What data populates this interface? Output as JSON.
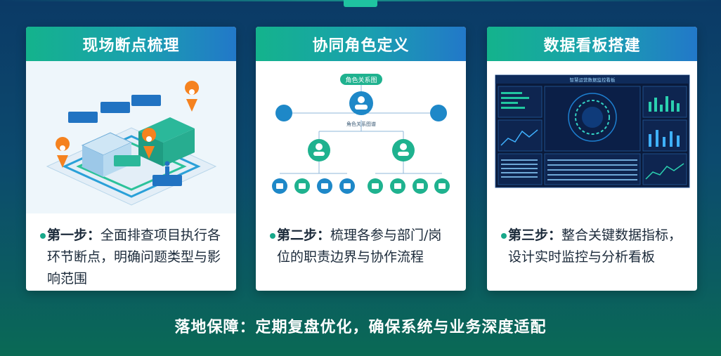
{
  "cards": [
    {
      "title": "现场断点梳理",
      "step_label": "第一步：",
      "description": "全面排查项目执行各环节断点，明确问题类型与影响范围",
      "illustration": "isometric-site-map-with-pins"
    },
    {
      "title": "协同角色定义",
      "step_label": "第二步：",
      "description": "梳理各参与部门/岗位的职责边界与协作流程",
      "illustration": "role-hierarchy-diagram",
      "diagram_title": "角色关系图",
      "center_label": "角色关系图谱"
    },
    {
      "title": "数据看板搭建",
      "step_label": "第三步：",
      "description": "整合关键数据指标，设计实时监控与分析看板",
      "illustration": "dashboard-screenshot",
      "dashboard_title": "智慧运营数据监控看板"
    }
  ],
  "footer": {
    "text": "落地保障：定期复盘优化，确保系统与业务深度适配"
  },
  "colors": {
    "header_start": "#14b38c",
    "header_end": "#2278c9",
    "bullet": "#17a88a",
    "background_top": "#0b3a66",
    "background_bottom": "#0a6a55"
  }
}
